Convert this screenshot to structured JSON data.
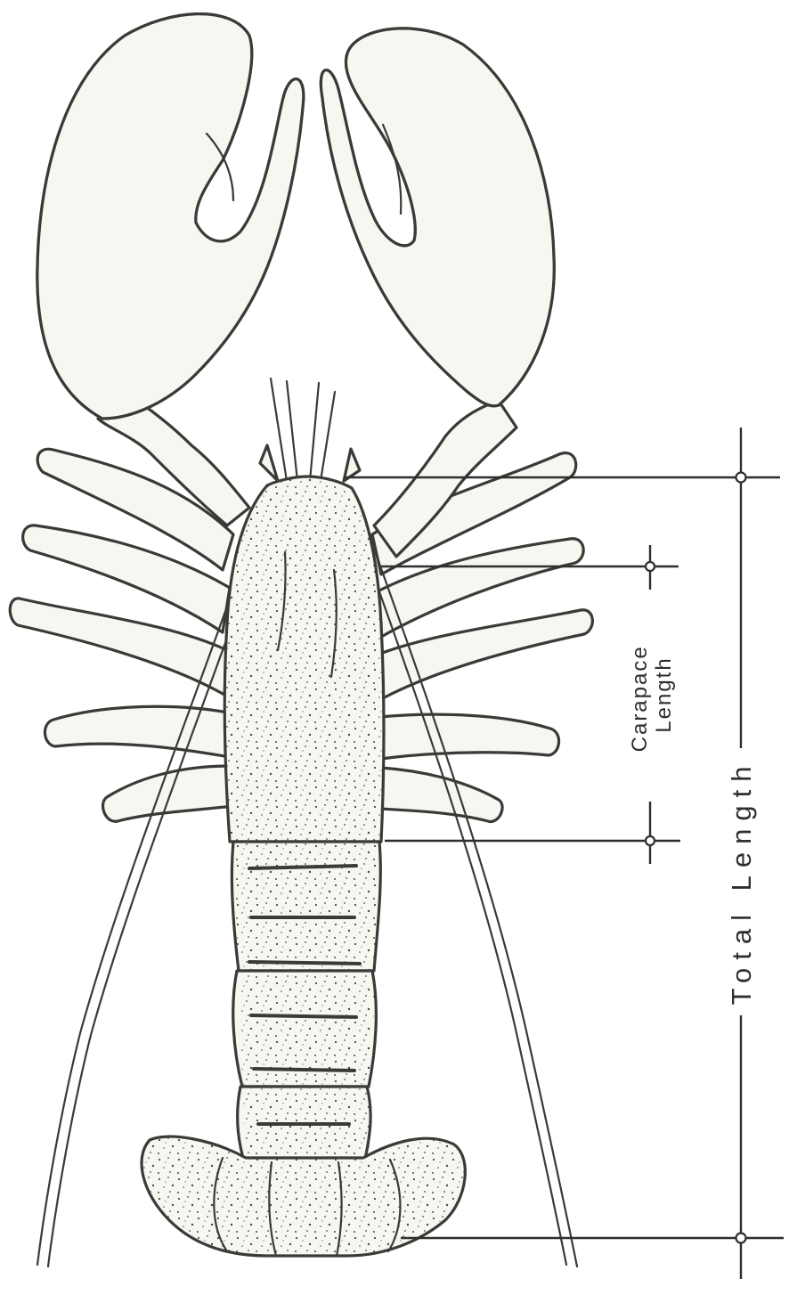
{
  "figure": {
    "subject": "lobster",
    "labels": {
      "total_length": "Total Length",
      "carapace_length_line1": "Carapace",
      "carapace_length_line2": "Length"
    },
    "colors": {
      "ink": "#3a3a36",
      "paper": "#ffffff",
      "body_fill": "#f7f6f1"
    }
  }
}
